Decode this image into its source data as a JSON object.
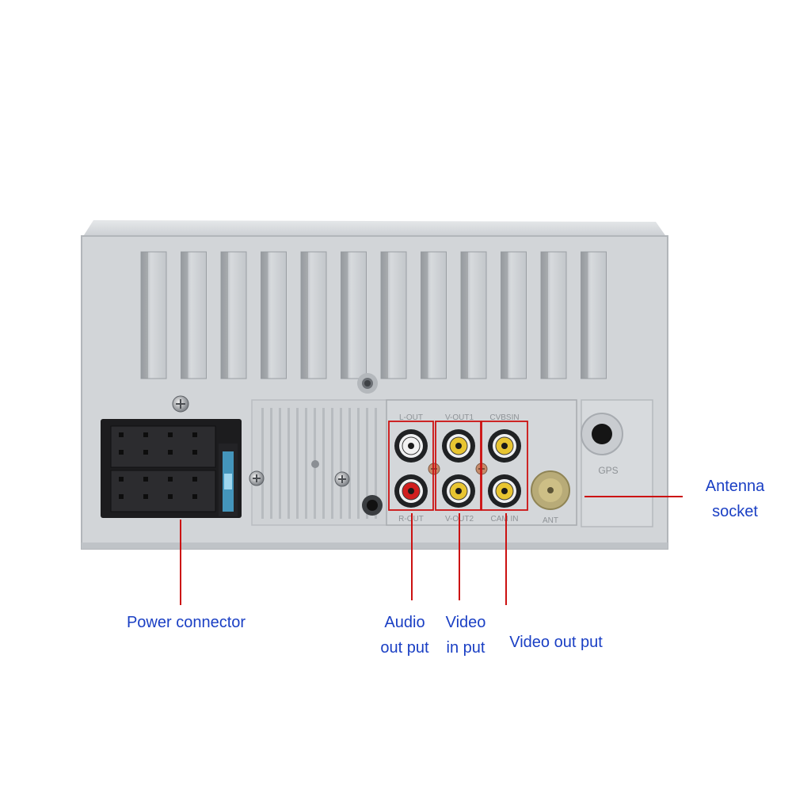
{
  "colors": {
    "label_text": "#1a3fc4",
    "callout_line": "#cc1111",
    "chassis": "#d0d3d6",
    "connector": "#1b1b1b",
    "jack_yellow": "#e8c531",
    "jack_white": "#f2f2f2",
    "jack_red": "#d11e1e"
  },
  "device": {
    "jack_labels": {
      "audio_top": "L-OUT",
      "audio_bottom": "R-OUT",
      "video_in_top": "V-OUT1",
      "video_in_bottom": "V-OUT2",
      "video_out_top": "CVBSIN",
      "video_out_bottom": "CAM IN",
      "antenna": "ANT",
      "gps": "GPS"
    }
  },
  "labels": {
    "antenna": [
      "Antenna",
      "socket"
    ],
    "power": "Power connector",
    "audio": [
      "Audio",
      "out put"
    ],
    "video_in": [
      "Video",
      "in put"
    ],
    "video_out": "Video out put"
  }
}
